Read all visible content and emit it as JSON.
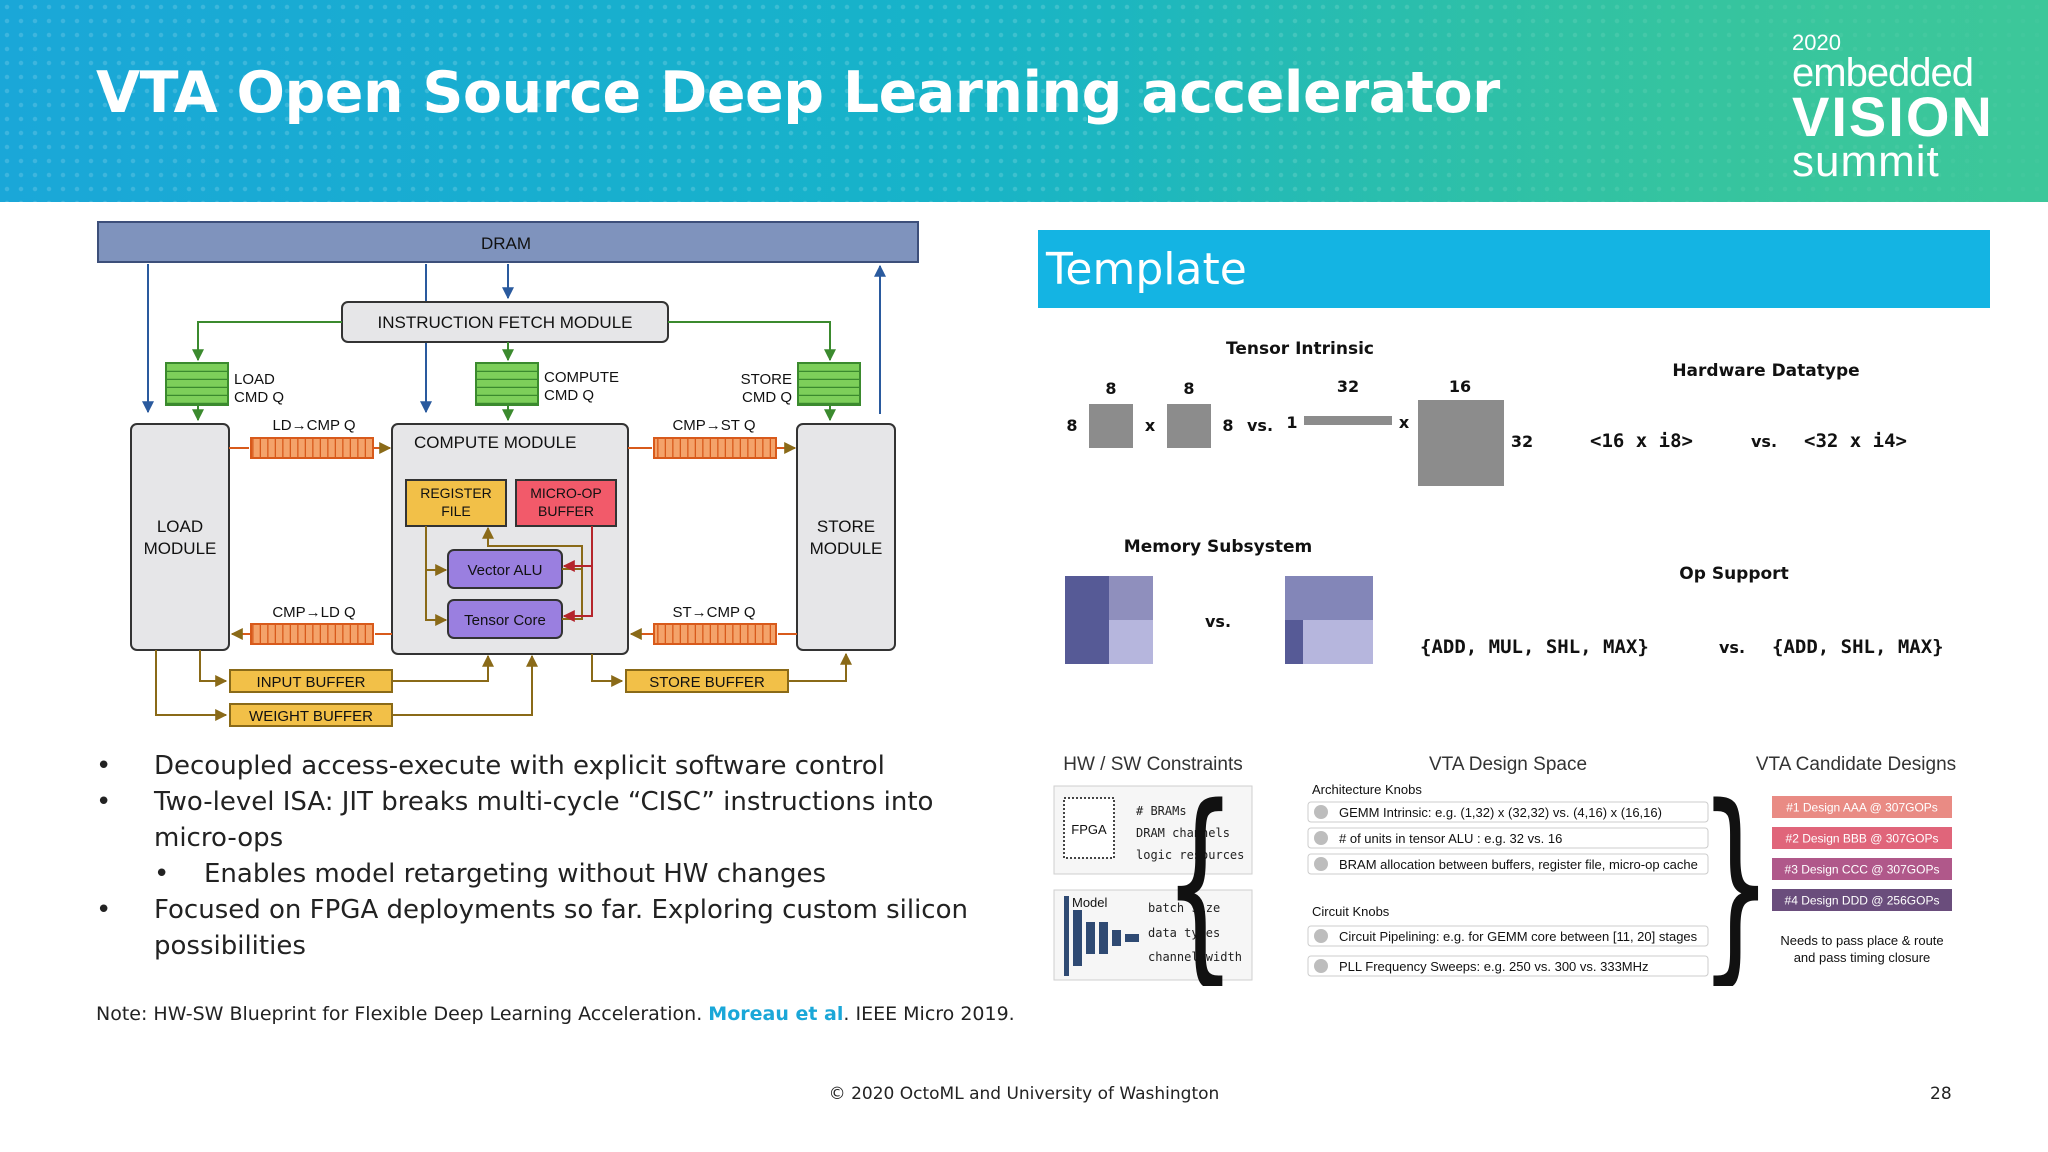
{
  "header": {
    "title": "VTA Open Source Deep Learning accelerator",
    "logo": {
      "year": "2020",
      "line1": "embedded",
      "line2": "VISION",
      "line3": "summit"
    }
  },
  "architecture": {
    "dram": "DRAM",
    "fetch": "INSTRUCTION FETCH MODULE",
    "load_cmd_q": [
      "LOAD",
      "CMD Q"
    ],
    "compute_cmd_q": [
      "COMPUTE",
      "CMD Q"
    ],
    "store_cmd_q": [
      "STORE",
      "CMD Q"
    ],
    "ld_cmp_q": "LD→CMP Q",
    "cmp_st_q": "CMP→ST Q",
    "cmp_ld_q": "CMP→LD Q",
    "st_cmp_q": "ST→CMP Q",
    "load_module": [
      "LOAD",
      "MODULE"
    ],
    "compute_module": "COMPUTE MODULE",
    "store_module": [
      "STORE",
      "MODULE"
    ],
    "register_file": [
      "REGISTER",
      "FILE"
    ],
    "micro_op_buffer": [
      "MICRO-OP",
      "BUFFER"
    ],
    "vector_alu": "Vector ALU",
    "tensor_core": "Tensor Core",
    "input_buffer": "INPUT BUFFER",
    "weight_buffer": "WEIGHT BUFFER",
    "store_buffer": "STORE BUFFER"
  },
  "template": {
    "title": "Template",
    "tensor_intrinsic": {
      "title": "Tensor Intrinsic",
      "a_top": "8",
      "b_top": "8",
      "a_left": "8",
      "b_right": "8",
      "times": "x",
      "vs": "vs.",
      "c_top": "32",
      "c_left": "1",
      "d_top": "16",
      "d_right": "32"
    },
    "hardware_datatype": {
      "title": "Hardware Datatype",
      "left": "<16 x i8>",
      "vs": "vs.",
      "right": "<32 x i4>"
    },
    "memory_subsystem": {
      "title": "Memory Subsystem",
      "vs": "vs."
    },
    "op_support": {
      "title": "Op Support",
      "left": "{ADD, MUL, SHL, MAX}",
      "vs": "vs.",
      "right": "{ADD, SHL, MAX}"
    }
  },
  "bullets": [
    {
      "level": 1,
      "text": "Decoupled access-execute with explicit software control"
    },
    {
      "level": 1,
      "text": "Two-level ISA: JIT breaks multi-cycle “CISC” instructions into micro-ops"
    },
    {
      "level": 2,
      "text": "Enables model retargeting without HW changes"
    },
    {
      "level": 1,
      "text": "Focused on FPGA deployments so far. Exploring custom silicon"
    },
    {
      "level": 0,
      "text": "possibilities"
    }
  ],
  "design_space": {
    "hw_sw_title": "HW / SW Constraints",
    "fpga_label": "FPGA",
    "fpga_items": [
      "# BRAMs",
      "DRAM channels",
      "logic resources"
    ],
    "model_label": "Model",
    "model_items": [
      "batch size",
      "data types",
      "channel width"
    ],
    "space_title": "VTA Design Space",
    "arch_knobs_title": "Architecture Knobs",
    "arch_knobs": [
      "GEMM Intrinsic: e.g. (1,32) x (32,32) vs. (4,16) x (16,16)",
      "# of units in tensor ALU : e.g. 32 vs. 16",
      "BRAM allocation between buffers, register file, micro-op cache"
    ],
    "circuit_knobs_title": "Circuit Knobs",
    "circuit_knobs": [
      "Circuit Pipelining: e.g. for GEMM core between [11, 20] stages",
      "PLL Frequency Sweeps: e.g. 250 vs. 300 vs. 333MHz"
    ],
    "candidates_title": "VTA Candidate Designs",
    "candidates": [
      {
        "label": "#1 Design AAA @ 307GOPs",
        "color": "#e98b84"
      },
      {
        "label": "#2 Design BBB @ 307GOPs",
        "color": "#e0657a"
      },
      {
        "label": "#3 Design CCC @ 307GOPs",
        "color": "#b0588a"
      },
      {
        "label": "#4 Design DDD @ 256GOPs",
        "color": "#6a4d7c"
      }
    ],
    "candidates_note": [
      "Needs to pass place & route",
      "and pass timing closure"
    ]
  },
  "note": {
    "prefix": "Note: HW-SW Blueprint for Flexible Deep Learning Acceleration.",
    "link": "Moreau et al",
    "suffix": ". IEEE Micro 2019."
  },
  "footer": {
    "copyright": "© 2020 OctoML and University of Washington",
    "page": "28"
  }
}
